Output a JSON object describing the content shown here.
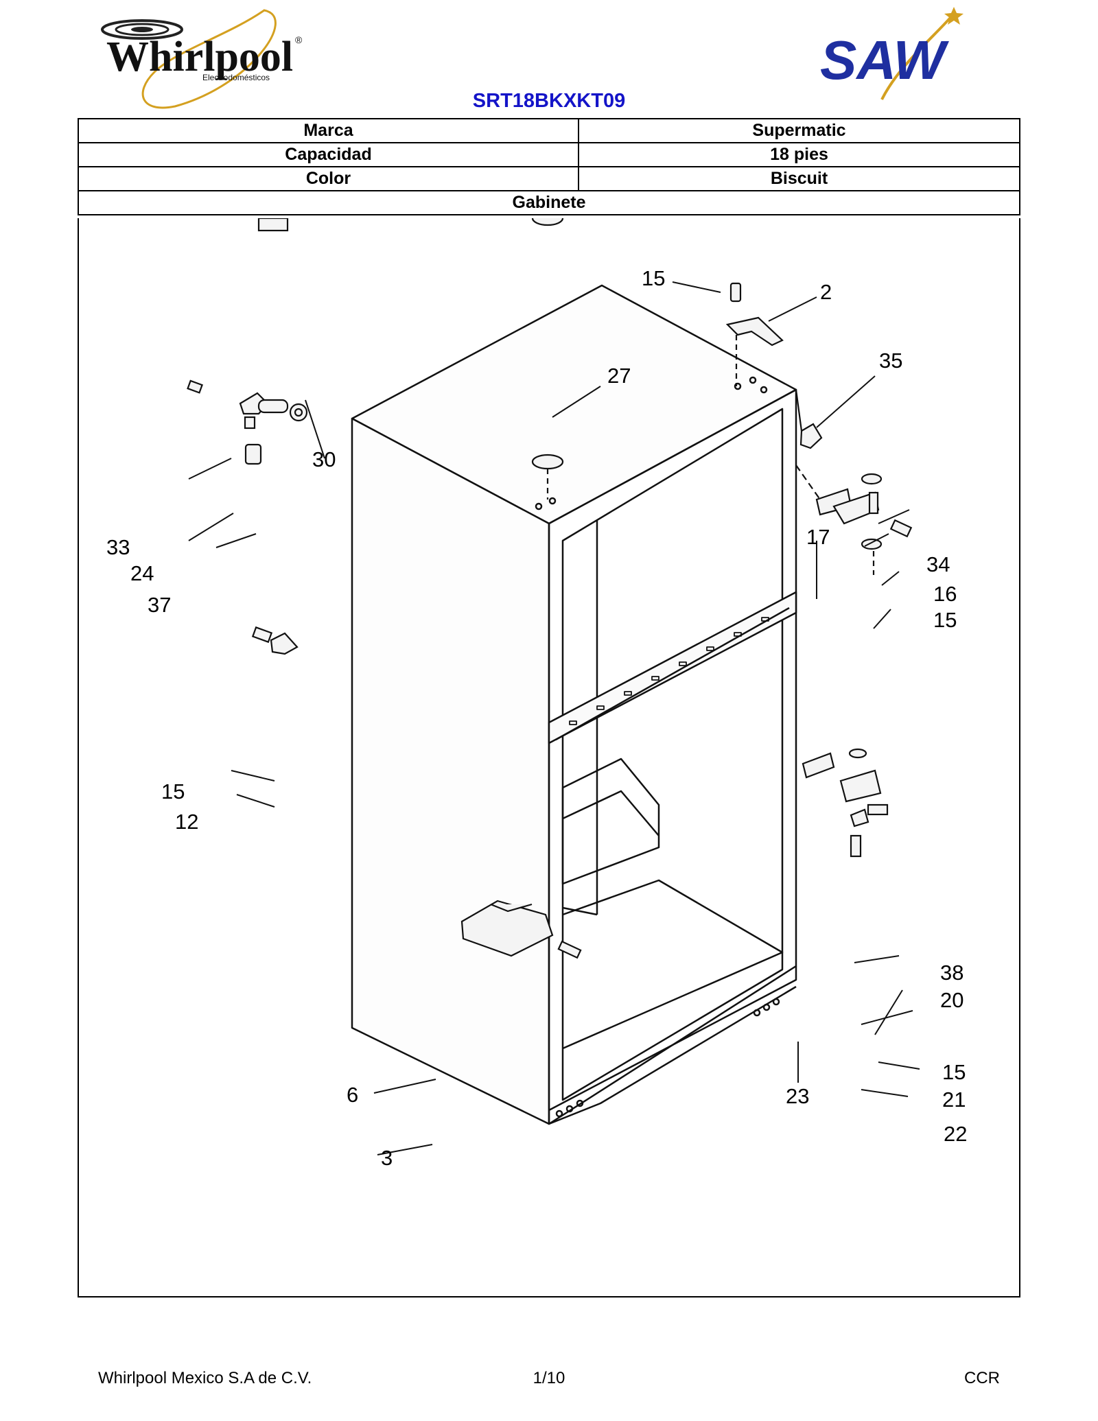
{
  "header": {
    "brand_logo_text": "Whirlpool",
    "brand_logo_subtext": "Electrodomésticos",
    "brand_logo_mark": "®",
    "partner_logo_text": "SAW",
    "model": "SRT18BKXKT09"
  },
  "spec_table": {
    "rows": [
      {
        "label": "Marca",
        "value": "Supermatic"
      },
      {
        "label": "Capacidad",
        "value": "18 pies"
      },
      {
        "label": "Color",
        "value": "Biscuit"
      }
    ],
    "section": "Gabinete"
  },
  "callouts": [
    "15",
    "2",
    "35",
    "27",
    "30",
    "33",
    "24",
    "37",
    "17",
    "34",
    "16",
    "15",
    "15",
    "12",
    "38",
    "20",
    "15",
    "21",
    "22",
    "23",
    "6",
    "3"
  ],
  "footer": {
    "left": "Whirlpool Mexico S.A de C.V.",
    "page": "1/10",
    "right": "CCR"
  },
  "colors": {
    "model_title": "#1414c8",
    "logo_gold": "#d4a020",
    "saw_blue": "#1f2fa0"
  }
}
